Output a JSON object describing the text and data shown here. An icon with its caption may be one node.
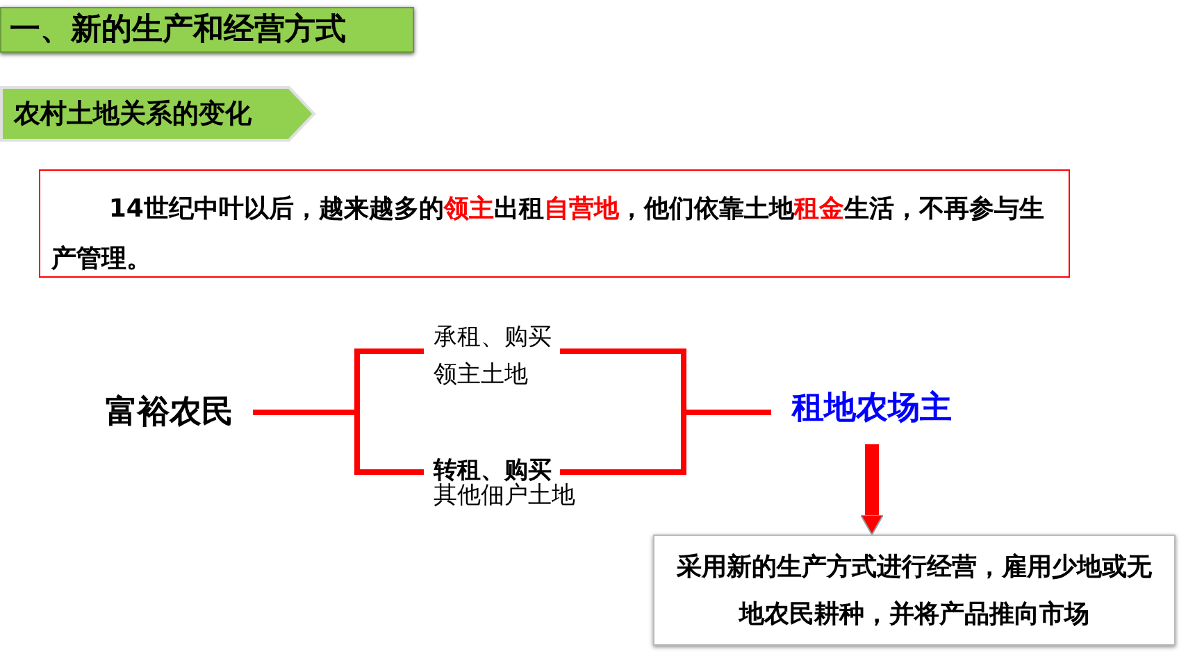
{
  "diagram": {
    "nodes": [
      {
        "text": [
          "一、新的生产和经营方式"
        ]
      },
      {
        "text": [
          "农村土地关系的变化"
        ]
      },
      {
        "text": [
          "14世纪中叶以后，越来越多的**领主**出租**自营地**，他们依靠土地**租金**生活，不再参与生产管理。"
        ]
      },
      {
        "text": [
          "富裕农民"
        ]
      },
      {
        "text": [
          "租地农场主"
        ]
      },
      {
        "text": [
          "采用新的生产方式进行经营，雇用少地或无地农民耕种，并将产品推向市场"
        ]
      }
    ],
    "edges": [
      {
        "from": 3,
        "to": 4,
        "arrow": "none",
        "label": "承租、购买领主土地"
      },
      {
        "from": 3,
        "to": 4,
        "arrow": "none",
        "label": "转租、购买"
      },
      {
        "from": 4,
        "to": 5,
        "arrow": "to",
        "style": "thick"
      }
    ],
    "labels": [
      "其他佃户土地"
    ]
  }
}
